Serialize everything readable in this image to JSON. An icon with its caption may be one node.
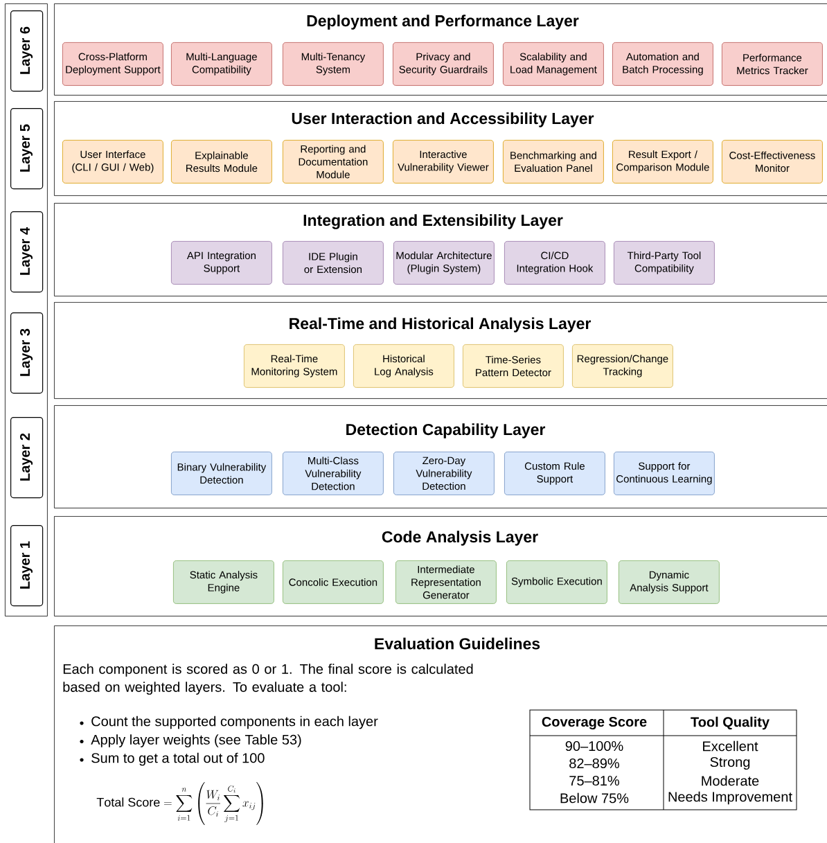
{
  "diagram": {
    "nodes": [
      {
        "text": [],
        "shape": "box"
      },
      {
        "text": [
          "Layer 6"
        ],
        "in": 0
      },
      {
        "text": [
          "Layer 5"
        ],
        "in": 0
      },
      {
        "text": [
          "Layer 4"
        ],
        "in": 0
      },
      {
        "text": [
          "Layer 3"
        ],
        "in": 0
      },
      {
        "text": [
          "Layer 2"
        ],
        "in": 0
      },
      {
        "text": [
          "Layer 1"
        ],
        "in": 0
      },
      {
        "text": [
          "Deployment and Performance Layer"
        ]
      },
      {
        "text": [
          "Cross-Platform Deployment Support"
        ],
        "in": 7
      },
      {
        "text": [
          "Multi-Language Compatibility"
        ],
        "in": 7
      },
      {
        "text": [
          "Multi-Tenancy System"
        ],
        "in": 7
      },
      {
        "text": [
          "Privacy and Security Guardrails"
        ],
        "in": 7
      },
      {
        "text": [
          "Scalability and Load Management"
        ],
        "in": 7
      },
      {
        "text": [
          "Automation and Batch Processing"
        ],
        "in": 7
      },
      {
        "text": [
          "Performance Metrics Tracker"
        ],
        "in": 7
      },
      {
        "text": [
          "User Interaction and Accessibility Layer"
        ]
      },
      {
        "text": [
          "User Interface (CLI / GUI / Web)"
        ],
        "in": 15
      },
      {
        "text": [
          "Explainable Results Module"
        ],
        "in": 15
      },
      {
        "text": [
          "Reporting and Documentation Module"
        ],
        "in": 15
      },
      {
        "text": [
          "Interactive Vulnerability Viewer"
        ],
        "in": 15
      },
      {
        "text": [
          "Benchmarking and Evaluation Panel"
        ],
        "in": 15
      },
      {
        "text": [
          "Result Export / Comparison Module"
        ],
        "in": 15
      },
      {
        "text": [
          "Cost-Effectiveness Monitor"
        ],
        "in": 15
      },
      {
        "text": [
          "Integration and Extensibility Layer"
        ]
      },
      {
        "text": [
          "API Integration Support"
        ],
        "in": 23
      },
      {
        "text": [
          "IDE Plugin or Extension"
        ],
        "in": 23
      },
      {
        "text": [
          "Modular Architecture (Plugin System)"
        ],
        "in": 23
      },
      {
        "text": [
          "CI/CD Integration Hook"
        ],
        "in": 23
      },
      {
        "text": [
          "Third-Party Tool Compatibility"
        ],
        "in": 23
      },
      {
        "text": [
          "Real-Time and Historical Analysis Layer"
        ]
      },
      {
        "text": [
          "Real-Time Monitoring System"
        ],
        "in": 29
      },
      {
        "text": [
          "Historical Log Analysis"
        ],
        "in": 29
      },
      {
        "text": [
          "Time-Series Pattern Detector"
        ],
        "in": 29
      },
      {
        "text": [
          "Regression/Change Tracking"
        ],
        "in": 29
      },
      {
        "text": [
          "Detection Capability Layer"
        ]
      },
      {
        "text": [
          "Binary Vulnerability Detection"
        ],
        "in": 34
      },
      {
        "text": [
          "Multi-Class Vulnerability Detection"
        ],
        "in": 34
      },
      {
        "text": [
          "Zero-Day Vulnerability Detection"
        ],
        "in": 34
      },
      {
        "text": [
          "Custom Rule Support"
        ],
        "in": 34
      },
      {
        "text": [
          "Support for Continuous Learning"
        ],
        "in": 34
      },
      {
        "text": [
          "Code Analysis Layer"
        ]
      },
      {
        "text": [
          "Static Analysis Engine"
        ],
        "in": 40
      },
      {
        "text": [
          "Concolic Execution"
        ],
        "in": 40
      },
      {
        "text": [
          "Intermediate Representation Generator"
        ],
        "in": 40
      },
      {
        "text": [
          "Symbolic Execution"
        ],
        "in": 40
      },
      {
        "text": [
          "Dynamic Analysis Support"
        ],
        "in": 40
      },
      {
        "text": [
          "Evaluation Guidelines",
          "Each component is scored as 0 or 1. The final score is calculated based on weighted layers. To evaluate a tool:",
          "Count the supported components in each layer",
          "Apply layer weights (see Table 53)",
          "Sum to get a total out of 100"
        ]
      }
    ],
    "labels": [
      "\\mathrm{Total\\ Score} = \\sum_{i=1}^{n} \\left( \\frac{W_i}{C_i} \\sum_{j=1}^{C_i} x_{ij} \\right)",
      "Coverage Score",
      "Tool Quality",
      "90–100%",
      "Excellent",
      "82–89%",
      "Strong",
      "75–81%",
      "Moderate",
      "Below 75%",
      "Needs Improvement"
    ]
  }
}
